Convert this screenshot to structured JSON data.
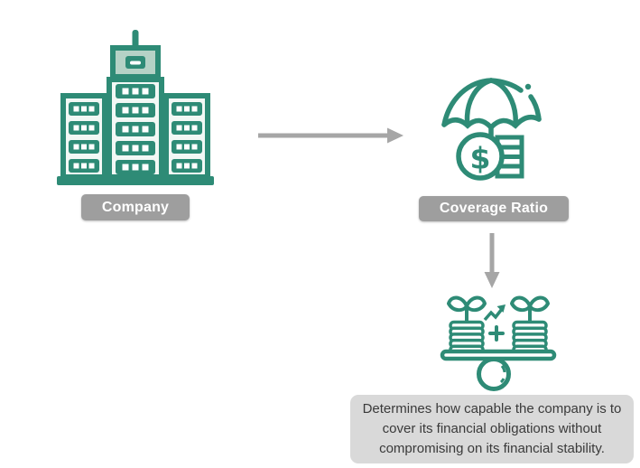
{
  "diagram": {
    "title": "Coverage Ratio concept flow",
    "colors": {
      "icon_teal": "#2E8B76",
      "icon_fill_sage": "#B5D2C6",
      "icon_fill_light": "#F2F8F5",
      "label_bg": "#9E9E9E",
      "label_text": "#FFFFFF",
      "arrow_gray": "#A6A6A6",
      "note_bg": "#D9D9D9",
      "note_text": "#3A3A3A"
    },
    "nodes": [
      {
        "id": "company",
        "icon": "building-icon",
        "label": "Company"
      },
      {
        "id": "coverage-ratio",
        "icon": "umbrella-money-icon",
        "label": "Coverage Ratio",
        "dollar_glyph": "$"
      },
      {
        "id": "financial-stability",
        "icon": "balance-growth-icon",
        "note": "Determines how capable the company is to cover its financial obligations without compromising on its financial stability."
      }
    ],
    "connectors": [
      {
        "from": "company",
        "to": "coverage-ratio",
        "direction": "right"
      },
      {
        "from": "coverage-ratio",
        "to": "financial-stability",
        "direction": "down"
      }
    ]
  }
}
